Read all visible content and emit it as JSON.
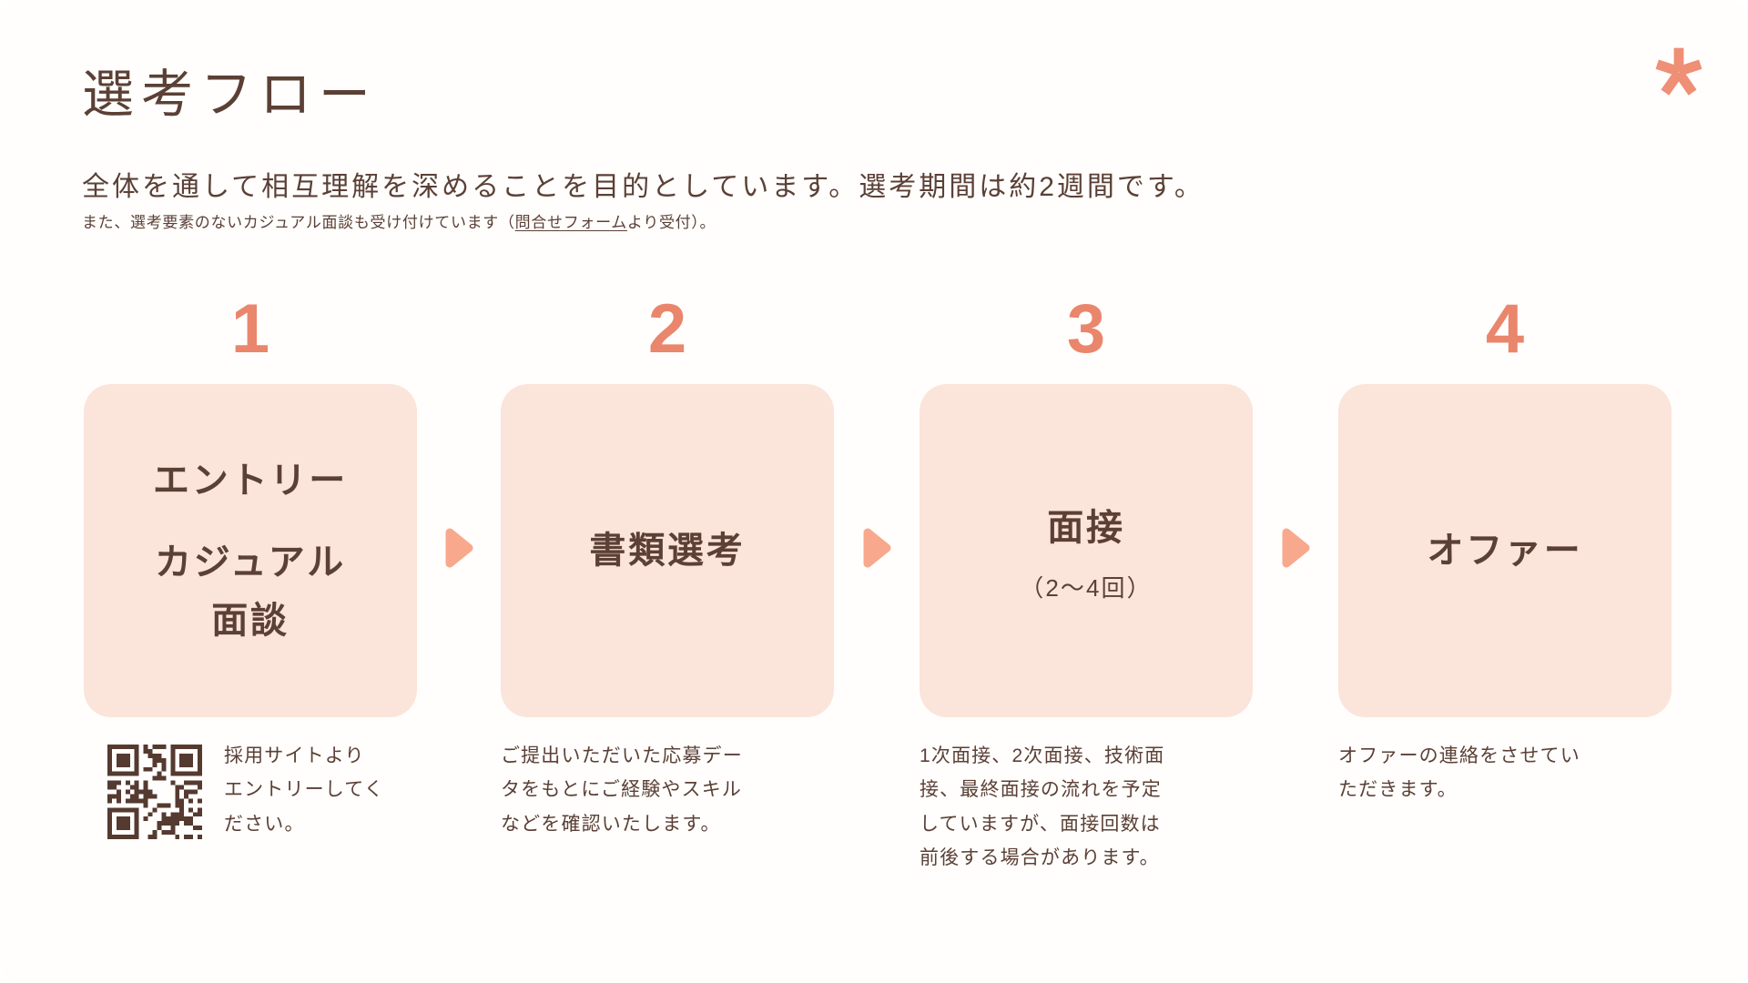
{
  "page": {
    "title": "選考フロー",
    "subtitle": "全体を通して相互理解を深めることを目的としています。選考期間は約2週間です。",
    "note_prefix": "また、選考要素のないカジュアル面談も受け付けています（",
    "note_link": "問合せフォーム",
    "note_suffix": "より受付）。"
  },
  "colors": {
    "accent": "#e9866c",
    "arrow": "#f8a88d",
    "logo": "#ef8f76",
    "box_bg": "#fbe4da",
    "text_brown": "#5b4036",
    "qr_dark": "#553a30"
  },
  "icons": {
    "logo_mark": "asterisk",
    "step_arrow": "right-triangle",
    "qr_code": "qr-code"
  },
  "steps": [
    {
      "number": "1",
      "title_lines": [
        "エントリー",
        "カジュアル",
        "面談"
      ],
      "description_lines": [
        "採用サイトより",
        "エントリーしてく",
        "ださい。"
      ]
    },
    {
      "number": "2",
      "title_lines": [
        "書類選考"
      ],
      "description_lines": [
        "ご提出いただいた応募デー",
        "タをもとにご経験やスキル",
        "などを確認いたします。"
      ]
    },
    {
      "number": "3",
      "title_lines": [
        "面接"
      ],
      "subtitle": "（2〜4回）",
      "description_lines": [
        "1次面接、2次面接、技術面",
        "接、最終面接の流れを予定",
        "していますが、面接回数は",
        "前後する場合があります。"
      ]
    },
    {
      "number": "4",
      "title_lines": [
        "オファー"
      ],
      "description_lines": [
        "オファーの連絡をさせてい",
        "ただきます。"
      ]
    }
  ]
}
